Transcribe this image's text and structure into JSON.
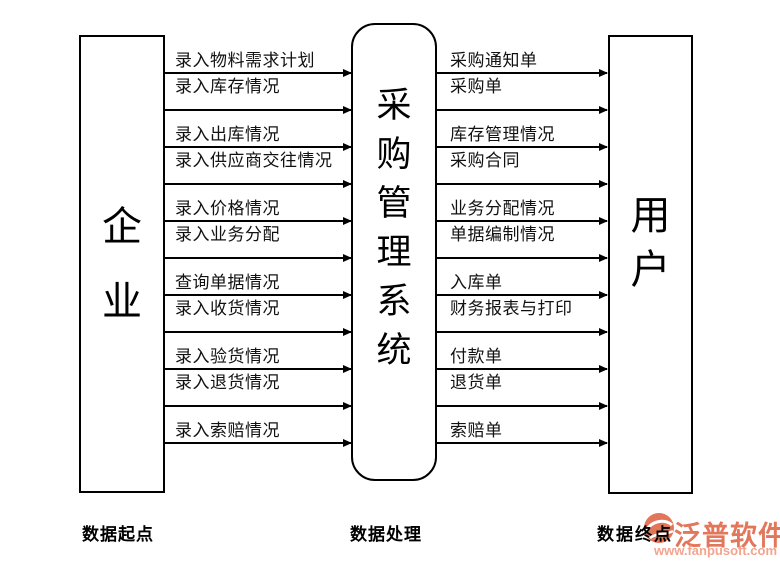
{
  "diagram": {
    "left_box": {
      "text": "企业"
    },
    "center_box": {
      "text": "采购管理系统"
    },
    "right_box": {
      "text": "用户"
    },
    "left_flows": [
      "录入物料需求计划",
      "录入库存情况",
      "录入出库情况",
      "录入供应商交往情况",
      "录入价格情况",
      "录入业务分配",
      "查询单据情况",
      "录入收货情况",
      "录入验货情况",
      "录入退货情况",
      "录入索赔情况"
    ],
    "right_flows": [
      "采购通知单",
      "采购单",
      "库存管理情况",
      "采购合同",
      "业务分配情况",
      "单据编制情况",
      "入库单",
      "财务报表与打印",
      "付款单",
      "退货单",
      "索赔单"
    ],
    "footer": {
      "left": "数据起点",
      "center": "数据处理",
      "right": "数据终点"
    }
  },
  "watermark": {
    "brand": "泛普软件",
    "url": "www.fanpusoft.com",
    "colors": {
      "brand": "#e2775b",
      "url": "#f2a48e",
      "logo": "#e2765a",
      "diagram_line": "#000000"
    }
  }
}
